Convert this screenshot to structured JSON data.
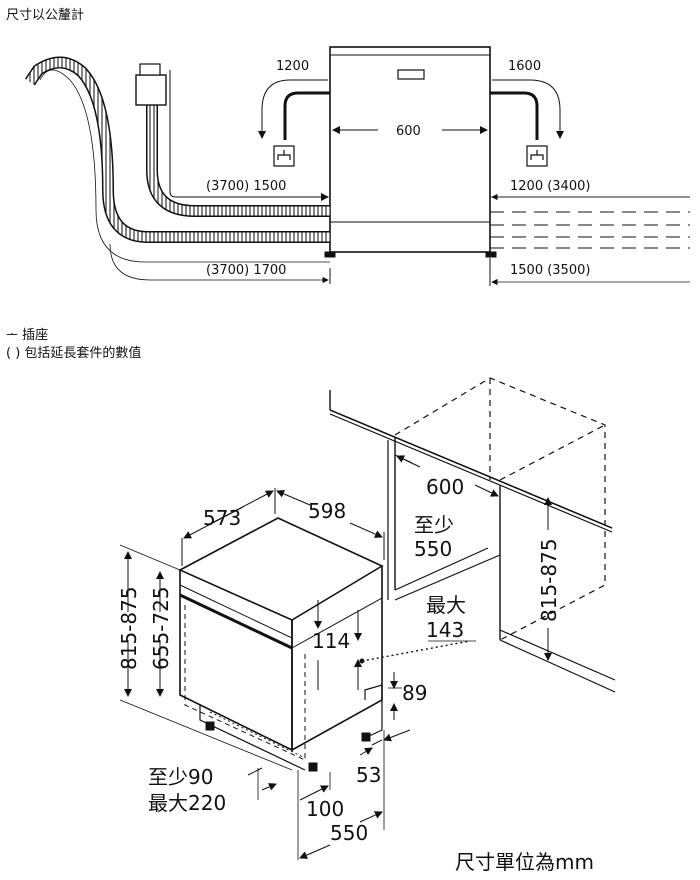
{
  "header": {
    "units_note": "尺寸以公釐計"
  },
  "top_view": {
    "left_width": "1200",
    "right_width": "1600",
    "cabinet_width": "600",
    "hose_upper_left": "(3700) 1500",
    "hose_lower_left": "(3700) 1700",
    "hose_upper_right": "1200 (3400)",
    "hose_lower_right": "1500 (3500)"
  },
  "legend": {
    "socket_symbol": "ᅩ",
    "socket_label": "插座",
    "paren_label": "( ) 包括延長套件的數值"
  },
  "install_view": {
    "niche_width": "600",
    "min_label": "至少",
    "min_depth": "550",
    "max_label": "最大",
    "max_offset": "143",
    "niche_height": "815-875",
    "depth": "573",
    "width": "598",
    "height_total": "815-875",
    "height_door": "655-725",
    "panel_114": "114",
    "plinth_89": "89",
    "foot_53": "53",
    "gap_100": "100",
    "depth_550": "550",
    "plinth_min": "至少90",
    "plinth_max": "最大220"
  },
  "footer": {
    "units_label": "尺寸單位為mm"
  }
}
